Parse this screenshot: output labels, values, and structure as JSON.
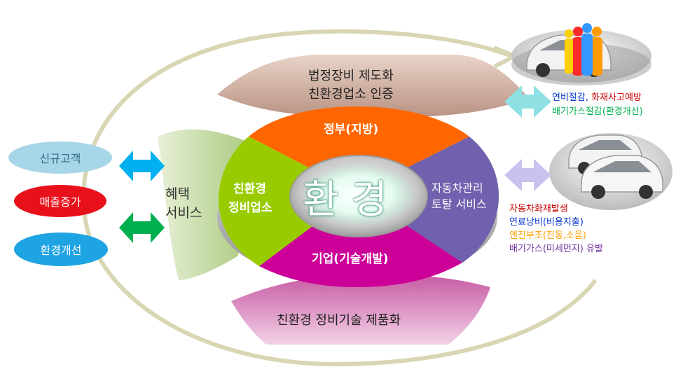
{
  "top_label": {
    "line1": "법정장비 제도화",
    "line2": "친환경업소 인증"
  },
  "bottom_label": "친환경 정비기술 제품화",
  "center": "환 경",
  "segments": {
    "top": "정부(지방)",
    "left_line1": "친환경",
    "left_line2": "정비업소",
    "right_line1": "자동차관리",
    "right_line2": "토탈 서비스",
    "bottom": "기업(기술개발)"
  },
  "left_pills": [
    {
      "label": "신규고객",
      "color": "#a7d6e8",
      "text_color": "#2f6d86"
    },
    {
      "label": "매출증가",
      "color": "#e8101a",
      "text_color": "#ffffff"
    },
    {
      "label": "환경개선",
      "color": "#1ea3e3",
      "text_color": "#ffffff"
    }
  ],
  "benefit": {
    "line1": "혜택",
    "line2": "서비스"
  },
  "top_right_text": {
    "a": "연비절감,",
    "b": "화재사고예방",
    "c": "배기가스절감(환경개선)"
  },
  "bottom_right_text": {
    "l1": "자동차화재발생",
    "l2": "연료낭비(비용지출)",
    "l3": "엔진부조(진동,소음)",
    "l4": "배기가스(미세먼지) 유발"
  },
  "colors": {
    "gov": "#ff6600",
    "shop": "#99cc00",
    "mgmt": "#7060ad",
    "corp": "#cc0099",
    "blue_text": "#0033cc",
    "red_text": "#cc0000",
    "green_text": "#00b050",
    "orange_text": "#ffa000",
    "purple_text": "#7030a0"
  },
  "icons": [
    "person-group-icon",
    "car-icon"
  ]
}
